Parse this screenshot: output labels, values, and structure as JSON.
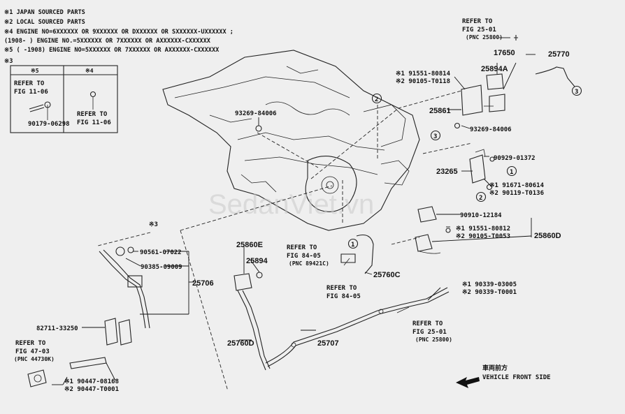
{
  "notes": [
    "※1 JAPAN SOURCED PARTS",
    "※2 LOCAL SOURCED PARTS",
    "※4 ENGINE NO=6XXXXXX OR 9XXXXXX OR DXXXXXX OR SXXXXXX-UXXXXXX ;",
    "(1908-    ) ENGINE NO.=5XXXXXX OR 7XXXXXX OR AXXXXXX-CXXXXXX",
    "※5 (    -1908) ENGINE NO=5XXXXXX OR 7XXXXXX OR AXXXXXX-CXXXXXX",
    "※3"
  ],
  "table": {
    "col_left": "※5",
    "col_right": "※4",
    "refer_left_1": "REFER TO",
    "refer_left_2": "FIG 11-06",
    "refer_right_1": "REFER TO",
    "refer_right_2": "FIG 11-06"
  },
  "callouts": {
    "one": "1",
    "two": "2",
    "three": "3"
  },
  "parts": {
    "p90179": "90179-06298",
    "p17650": "17650",
    "p25770": "25770",
    "p25894A": "25894A",
    "p91551_80814": "※1 91551-80814",
    "p90105_t0118": "※2 90105-T0118",
    "p25861": "25861",
    "p93269": "93269-84006",
    "p90929": "90929-01372",
    "p23265": "23265",
    "p91671": "※1 91671-80614",
    "p90119": "※2 90119-T0136",
    "p90910": "90910-12184",
    "p91551_80812": "※1 91551-80812",
    "p90105_t0053": "※2 90105-T0053",
    "p25860D": "25860D",
    "mark3": "※3",
    "p90561": "90561-07022",
    "p90385": "90385-09009",
    "p25706": "25706",
    "p25860E": "25860E",
    "p25894": "25894",
    "p25760C": "25760C",
    "p90339_03005": "※1 90339-03005",
    "p90339_t0001": "※2 90339-T0001",
    "p25760D": "25760D",
    "p25707": "25707",
    "p82711": "82711-33250",
    "p90447_08168": "※1 90447-08168",
    "p90447_t0001": "※2 90447-T0001"
  },
  "labels": {
    "refer_25_01_top_1": "REFER TO",
    "refer_25_01_top_2": "FIG 25-01",
    "pnc_25800": "(PNC 25800)",
    "refer_84_05_a_1": "REFER TO",
    "refer_84_05_a_2": "FIG 84-05",
    "pnc_89421c": "(PNC 89421C)",
    "refer_84_05_b_1": "REFER TO",
    "refer_84_05_b_2": "FIG 84-05",
    "refer_25_01_bot_1": "REFER TO",
    "refer_25_01_bot_2": "FIG 25-01",
    "refer_47_03_1": "REFER TO",
    "refer_47_03_2": "FIG 47-03",
    "pnc_44730k": "(PNC 44730K)",
    "front_jp": "車両前方",
    "front_en": "VEHICLE FRONT SIDE"
  },
  "watermark": "SedanViet.vn"
}
